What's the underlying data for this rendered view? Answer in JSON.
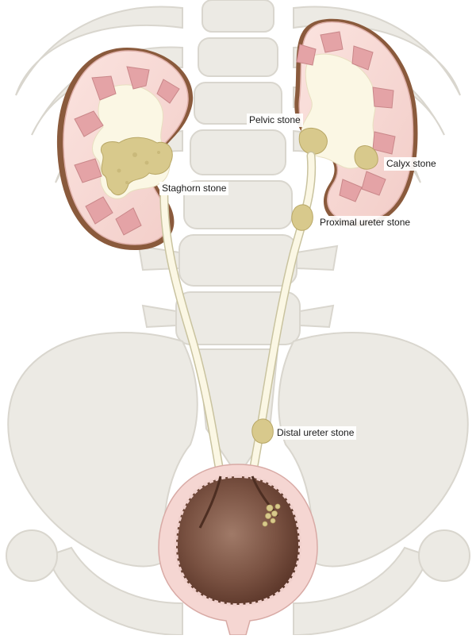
{
  "labels": {
    "pelvic_stone": "Pelvic stone",
    "calyx_stone": "Calyx stone",
    "staghorn_stone": "Staghorn stone",
    "proximal_ureter_stone": "Proximal ureter stone",
    "distal_ureter_stone": "Distal ureter stone"
  },
  "colors": {
    "bone_fill": "#eceae4",
    "bone_stroke": "#d9d6ce",
    "kidney_fill": "#f7d9d6",
    "kidney_edge": "#8a5a3c",
    "papilla": "#e4a3a6",
    "pelvis": "#fbf7e4",
    "stone": "#d8c98c",
    "bladder_wall": "#f5d6d2",
    "bladder_inside": "#6e4636"
  }
}
